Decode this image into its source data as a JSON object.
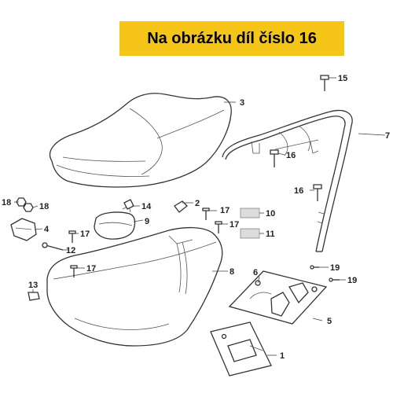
{
  "header": {
    "title": "Na obrázku díl číslo 16"
  },
  "callouts": {
    "c1": "1",
    "c2": "2",
    "c3": "3",
    "c4": "4",
    "c5": "5",
    "c6": "6",
    "c7": "7",
    "c8": "8",
    "c9": "9",
    "c10": "10",
    "c11": "11",
    "c12": "12",
    "c13": "13",
    "c14": "14",
    "c15": "15",
    "c16a": "16",
    "c16b": "16",
    "c17a": "17",
    "c17b": "17",
    "c17c": "17",
    "c17d": "17",
    "c18a": "18",
    "c18b": "18",
    "c19a": "19",
    "c19b": "19"
  },
  "colors": {
    "banner": "#f5c518",
    "ink": "#333333"
  }
}
